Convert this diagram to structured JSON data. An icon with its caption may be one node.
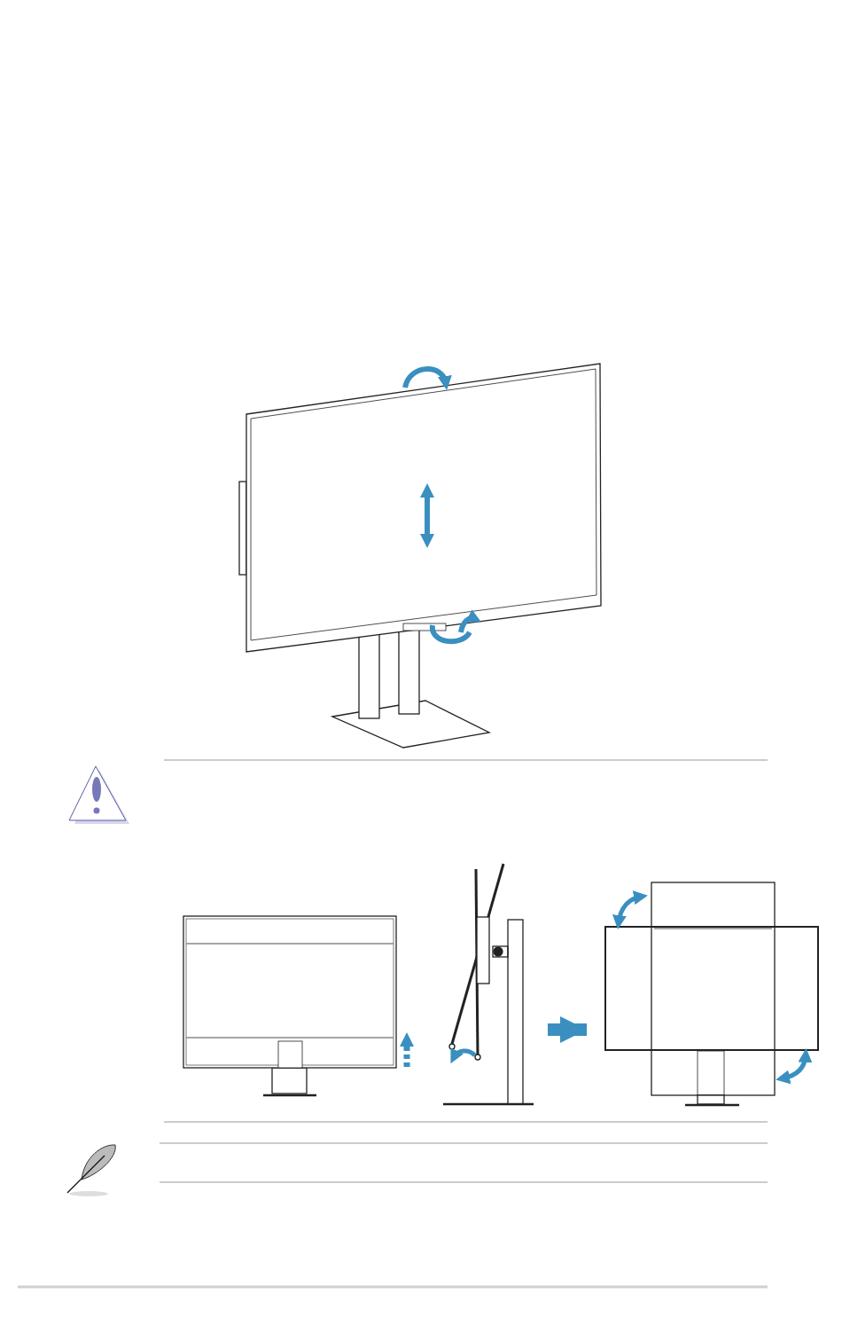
{
  "diagram": {
    "nodes": [
      {
        "text": [],
        "shape": "picture"
      },
      {
        "text": [],
        "shape": "picture"
      }
    ],
    "edges": [
      {
        "from": 0,
        "to": 1,
        "arrow": "to",
        "color": "#3a8fc0"
      }
    ]
  }
}
